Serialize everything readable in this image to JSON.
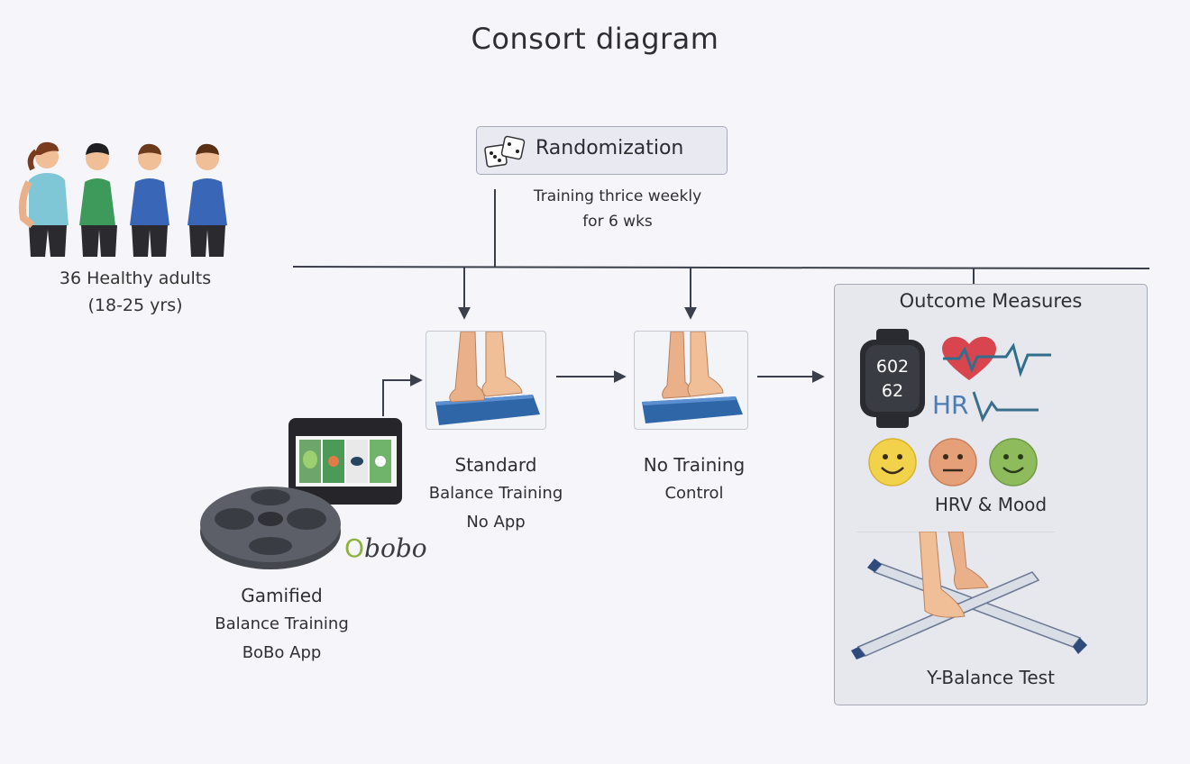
{
  "title": "Consort diagram",
  "population": {
    "line1": "36 Healthy adults",
    "line2": "(18-25 yrs)"
  },
  "randomization": {
    "label": "Randomization",
    "schedule_line1": "Training thrice weekly",
    "schedule_line2": "for 6 wks"
  },
  "groups": {
    "gamified": {
      "head": "Gamified",
      "line2": "Balance Training",
      "line3": "BoBo App",
      "logo_text": "bobo"
    },
    "standard": {
      "head": "Standard",
      "line2": "Balance Training",
      "line3": "No App"
    },
    "control": {
      "head": "No Training",
      "line2": "Control"
    }
  },
  "outcomes": {
    "heading": "Outcome Measures",
    "watch_values": [
      "602",
      "62"
    ],
    "hrv_text": "HRV",
    "hrv_mood_label": "HRV & Mood",
    "ybalance_label": "Y-Balance Test"
  },
  "colors": {
    "line": "#3a3f4b",
    "foam": "#2f66a8",
    "shirt_blue": "#3a66b8",
    "shirt_green": "#3d9a5a",
    "accent_green": "#8db33a"
  }
}
